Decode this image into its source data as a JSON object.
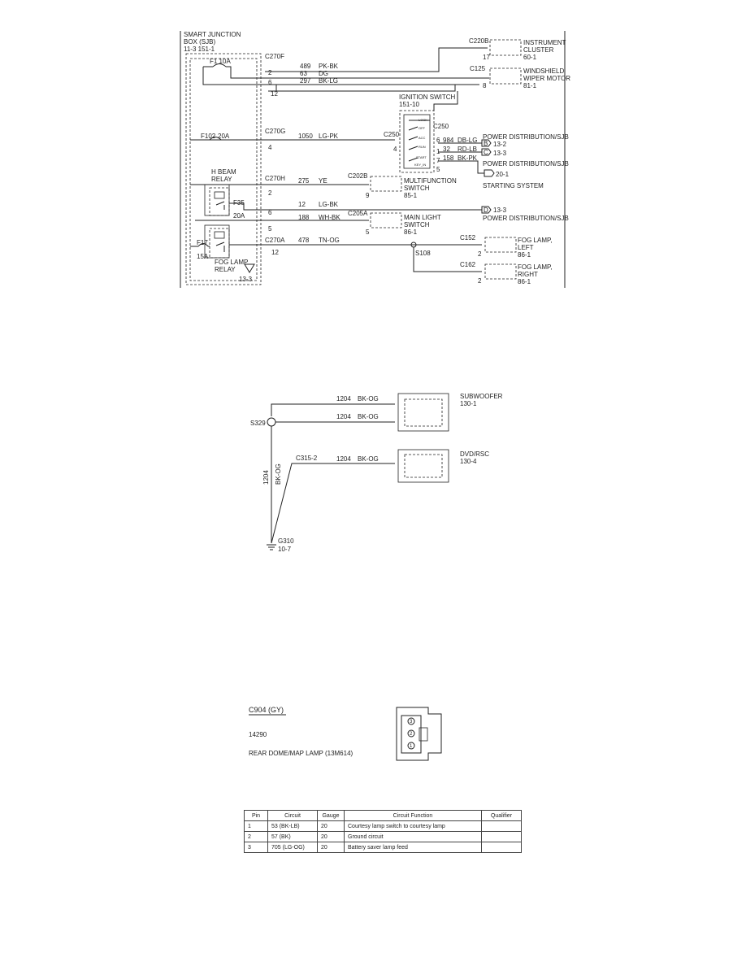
{
  "diagram1": {
    "sjb": {
      "line1": "SMART JUNCTION",
      "line2": "BOX (SJB)",
      "line3": "11-3    151-1",
      "ref": "13-3"
    },
    "fuses": {
      "f1": "F1 10A",
      "f102a": "F102",
      "f102b": "20A",
      "f35a": "F35",
      "f35b": "20A",
      "f17a": "F17",
      "f17b": "15A"
    },
    "relays": {
      "hbeam1": "H BEAM",
      "hbeam2": "RELAY",
      "fog1": "FOG LAMP",
      "fog2": "RELAY"
    },
    "connectors": {
      "c270f": "C270F",
      "c270g": "C270G",
      "c270h": "C270H",
      "c270a": "C270A",
      "c220b": "C220B",
      "c125": "C125",
      "c250a": "C250",
      "c250b": "C250",
      "c202b": "C202B",
      "c205a": "C205A",
      "c152": "C152",
      "c162": "C162",
      "s108": "S108"
    },
    "pins": {
      "p2": "2",
      "p6": "6",
      "p12": "12",
      "p4": "4",
      "p2h": "2",
      "p6h": "6",
      "p5h": "5",
      "p12a": "12",
      "p17": "17",
      "p8": "8",
      "p4i": "4",
      "p6i": "6",
      "p1i": "1",
      "p7i": "7",
      "p5i": "5",
      "p9": "9",
      "p5m": "5",
      "p2fl": "2",
      "p2fr": "2"
    },
    "wires": [
      {
        "num": "489",
        "color": "PK-BK"
      },
      {
        "num": "63",
        "color": "DG"
      },
      {
        "num": "297",
        "color": "BK-LG"
      },
      {
        "num": "1050",
        "color": "LG-PK"
      },
      {
        "num": "275",
        "color": "YE"
      },
      {
        "num": "12",
        "color": "LG-BK"
      },
      {
        "num": "188",
        "color": "WH-BK"
      },
      {
        "num": "478",
        "color": "TN-OG"
      }
    ],
    "ign_wires": [
      {
        "num": "984",
        "color": "DB-LG"
      },
      {
        "num": "32",
        "color": "RD-LB"
      },
      {
        "num": "158",
        "color": "BK-PK"
      }
    ],
    "components": {
      "cluster1": "INSTRUMENT",
      "cluster2": "CLUSTER",
      "cluster3": "60-1",
      "wiper1": "WINDSHIELD",
      "wiper2": "WIPER MOTOR",
      "wiper3": "81-1",
      "ign1": "IGNITION SWITCH",
      "ign2": "151-10",
      "mf1": "MULTIFUNCTION",
      "mf2": "SWITCH",
      "mf3": "85-1",
      "ml1": "MAIN LIGHT",
      "ml2": "SWITCH",
      "ml3": "86-1",
      "fl1": "FOG LAMP,",
      "fl2": "LEFT",
      "fl3": "86-1",
      "fr1": "FOG LAMP,",
      "fr2": "RIGHT",
      "fr3": "86-1"
    },
    "ign_positions": [
      "LOCK",
      "OFF",
      "ACC",
      "RUN",
      "START",
      "KEY_IN"
    ],
    "refs": {
      "pd1": "POWER DISTRIBUTION/SJB",
      "b": "B",
      "b_ref": "13-2",
      "c": "C",
      "c_ref": "13-3",
      "pd2": "POWER DISTRIBUTION/SJB",
      "start_ref": "20-1",
      "start": "STARTING SYSTEM",
      "d": "D",
      "d_ref": "13-3",
      "pd3": "POWER DISTRIBUTION/SJB"
    }
  },
  "diagram2": {
    "sub1": "SUBWOOFER",
    "sub2": "130-1",
    "dvd1": "DVD/RSC",
    "dvd2": "130-4",
    "s329": "S329",
    "c315": "C315-2",
    "g310": "G310",
    "g310b": "10-7",
    "wires": [
      {
        "num": "1204",
        "color": "BK-OG"
      },
      {
        "num": "1204",
        "color": "BK-OG"
      },
      {
        "num": "1204",
        "color": "BK-OG"
      }
    ],
    "vertical_num": "1204",
    "vertical_color": "BK-OG"
  },
  "connector": {
    "title": "C904 (GY)",
    "part": "14290",
    "desc": "REAR DOME/MAP LAMP    (13M614)",
    "pin_labels": [
      "3",
      "2",
      "1"
    ]
  },
  "pin_table": {
    "headers": [
      "Pin",
      "Circuit",
      "Gauge",
      "Circuit Function",
      "Qualifier"
    ],
    "rows": [
      [
        "1",
        "53    (BK-LB)",
        "20",
        "Courtesy lamp switch to courtesy lamp",
        ""
      ],
      [
        "2",
        "57    (BK)",
        "20",
        "Ground circuit",
        ""
      ],
      [
        "3",
        "705   (LG-OG)",
        "20",
        "Battery saver lamp feed",
        ""
      ]
    ]
  }
}
